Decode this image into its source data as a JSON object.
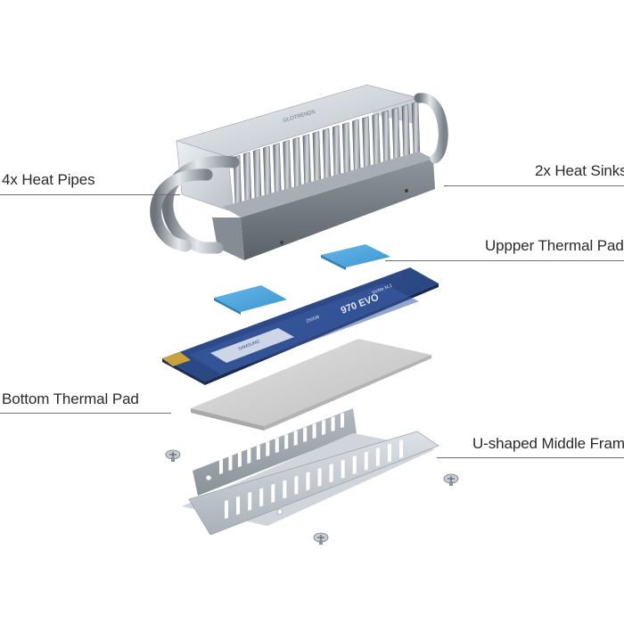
{
  "callouts": {
    "heat_pipes": "4x Heat Pipes",
    "heat_sinks": "2x Heat Sinks",
    "upper_pads": "Uppper Thermal Pads",
    "bottom_pad": "Bottom Thermal Pad",
    "middle_frame": "U-shaped Middle Frame"
  },
  "ssd": {
    "model": "970 EVO",
    "series": "NVMe M.2",
    "capacity": "250GB",
    "brand": "SAMSUNG"
  },
  "heatsink_brand": "GLOTRENDS",
  "colors": {
    "thermal_pad_blue": "#4aa6de",
    "pcb_blue": "#2c4a86",
    "aluminum": "#c2c9d0",
    "copper_pipe": "#b9bec4"
  }
}
